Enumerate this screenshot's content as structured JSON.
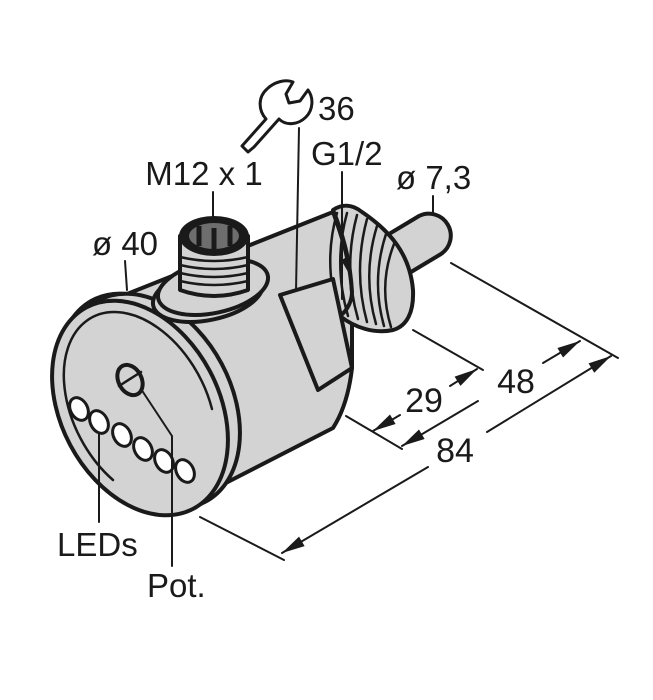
{
  "diagram": {
    "labels": {
      "connector": "M12 x 1",
      "wrench_size": "36",
      "thread": "G1/2",
      "probe_diameter": "ø 7,3",
      "housing_diameter": "ø 40",
      "leds": "LEDs",
      "potentiometer": "Pot."
    },
    "dimensions": {
      "thread_length": "29",
      "thread_probe_length": "48",
      "overall_length": "84"
    },
    "colors": {
      "outline": "#1a1a1a",
      "housing_fill": "#d3d3d3",
      "connector_face": "#6e6e6e",
      "hole_fill": "#ffffff",
      "background": "#ffffff"
    }
  }
}
